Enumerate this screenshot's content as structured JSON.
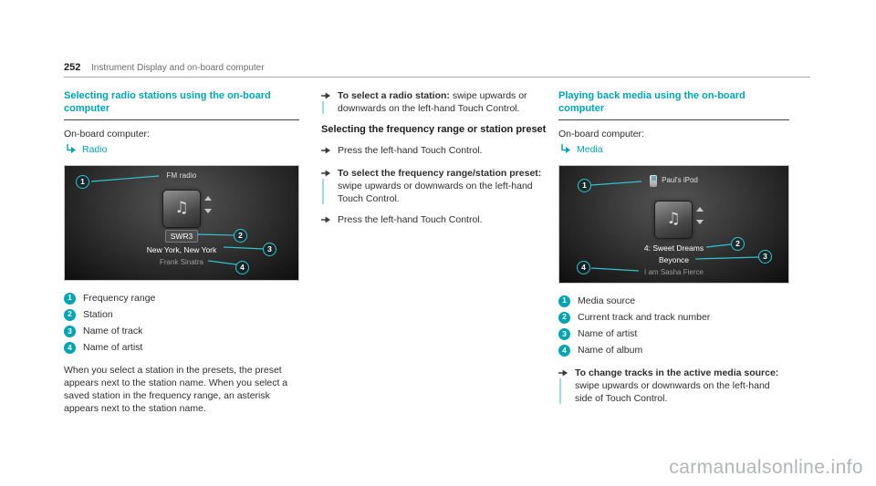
{
  "colors": {
    "accent": "#00a4b4",
    "callout": "#2fc4cf"
  },
  "icons": {
    "note": "♫"
  },
  "header": {
    "page_number": "252",
    "title": "Instrument Display and on-board computer"
  },
  "radio_section": {
    "heading": "Selecting radio stations using the on-board computer",
    "intro": "On-board computer:",
    "menu_item": "Radio",
    "screen": {
      "title": "FM radio",
      "station": "SWR3",
      "track": "New York, New York",
      "artist": "Frank Sinatra"
    },
    "legend": [
      {
        "num": "1",
        "label": "Frequency range"
      },
      {
        "num": "2",
        "label": "Station"
      },
      {
        "num": "3",
        "label": "Name of track"
      },
      {
        "num": "4",
        "label": "Name of artist"
      }
    ],
    "note": "When you select a station in the presets, the preset appears next to the station name. When you select a saved station in the frequency range, an asterisk appears next to the station name."
  },
  "steps_section": {
    "step1_bold": "To select a radio station:",
    "step1_rest": " swipe upwards or downwards on the left-hand Touch Control.",
    "subheading": "Selecting the frequency range or station preset",
    "step2": "Press the left-hand Touch Control.",
    "step3_bold": "To select the frequency range/station preset:",
    "step3_rest": " swipe upwards or downwards on the left-hand Touch Control.",
    "step4": "Press the left-hand Touch Control."
  },
  "media_section": {
    "heading": "Playing back media using the on-board computer",
    "intro": "On-board computer:",
    "menu_item": "Media",
    "screen": {
      "source": "Paul's iPod",
      "track": "4: Sweet Dreams",
      "artist": "Beyonce",
      "album": "I am Sasha Fierce"
    },
    "legend": [
      {
        "num": "1",
        "label": "Media source"
      },
      {
        "num": "2",
        "label": "Current track and track number"
      },
      {
        "num": "3",
        "label": "Name of artist"
      },
      {
        "num": "4",
        "label": "Name of album"
      }
    ],
    "step_bold": "To change tracks in the active media source:",
    "step_rest": " swipe upwards or downwards on the left-hand side of Touch Control."
  },
  "watermark": "carmanualsonline.info"
}
